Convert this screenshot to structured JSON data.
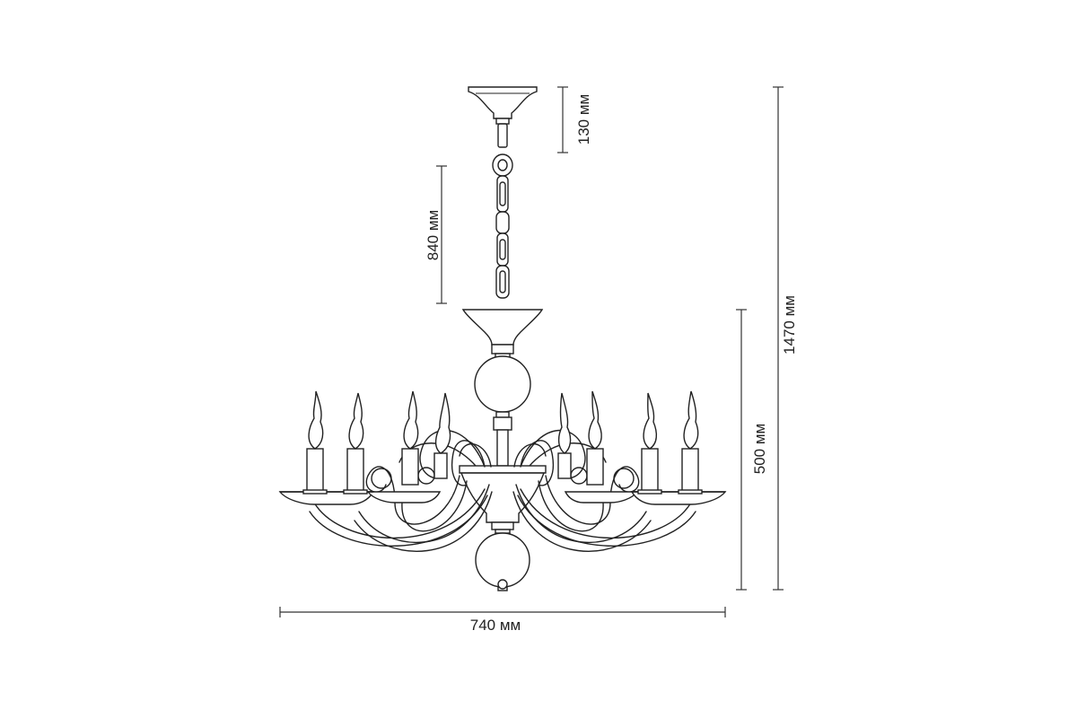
{
  "diagram": {
    "dimensions": {
      "mount_height": "130 мм",
      "chain_length": "840 мм",
      "body_height": "500 мм",
      "total_height": "1470 мм",
      "width": "740 мм"
    }
  }
}
